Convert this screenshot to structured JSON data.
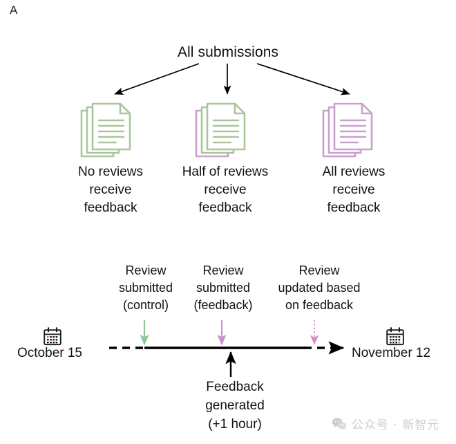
{
  "figure": {
    "panel_letter": "A",
    "title": "All submissions"
  },
  "branches": [
    {
      "icon": "document-stack-icon",
      "stack_color": "#a9c69a",
      "back_layer_color": "#a9c69a",
      "label_line1": "No reviews",
      "label_line2": "receive",
      "label_line3": "feedback"
    },
    {
      "icon": "document-stack-icon",
      "stack_color": "#a9c69a",
      "back_layer_color": "#c9a0cd",
      "label_line1": "Half of reviews",
      "label_line2": "receive",
      "label_line3": "feedback"
    },
    {
      "icon": "document-stack-icon",
      "stack_color": "#c9a0cd",
      "back_layer_color": "#c9a0cd",
      "label_line1": "All reviews",
      "label_line2": "receive",
      "label_line3": "feedback"
    }
  ],
  "timeline": {
    "start_date": "October 15",
    "end_date": "November 12",
    "start_icon": "calendar-icon",
    "end_icon": "calendar-icon",
    "markers": [
      {
        "line1": "Review",
        "line2": "submitted",
        "line3": "(control)",
        "arrow_color": "#8fc49b",
        "arrow_style": "solid",
        "arrow_direction": "down"
      },
      {
        "line1": "Review",
        "line2": "submitted",
        "line3": "(feedback)",
        "arrow_color": "#cc8fd0",
        "arrow_style": "solid",
        "arrow_direction": "down"
      },
      {
        "line1": "Review",
        "line2": "updated based",
        "line3": "on feedback",
        "arrow_color": "#cc8fd0",
        "arrow_style": "dotted",
        "arrow_direction": "down"
      }
    ],
    "bottom_marker": {
      "line1": "Feedback",
      "line2": "generated",
      "line3": "(+1 hour)",
      "arrow_color": "#000000",
      "arrow_style": "solid",
      "arrow_direction": "up"
    }
  },
  "watermark": {
    "icon": "wechat-icon",
    "text": "公众号 · 新智元",
    "color": "#b9b9b9"
  },
  "colors": {
    "green": "#a9c69a",
    "purple": "#c9a0cd",
    "arrow_black": "#000000",
    "text": "#111111",
    "background": "#ffffff"
  }
}
